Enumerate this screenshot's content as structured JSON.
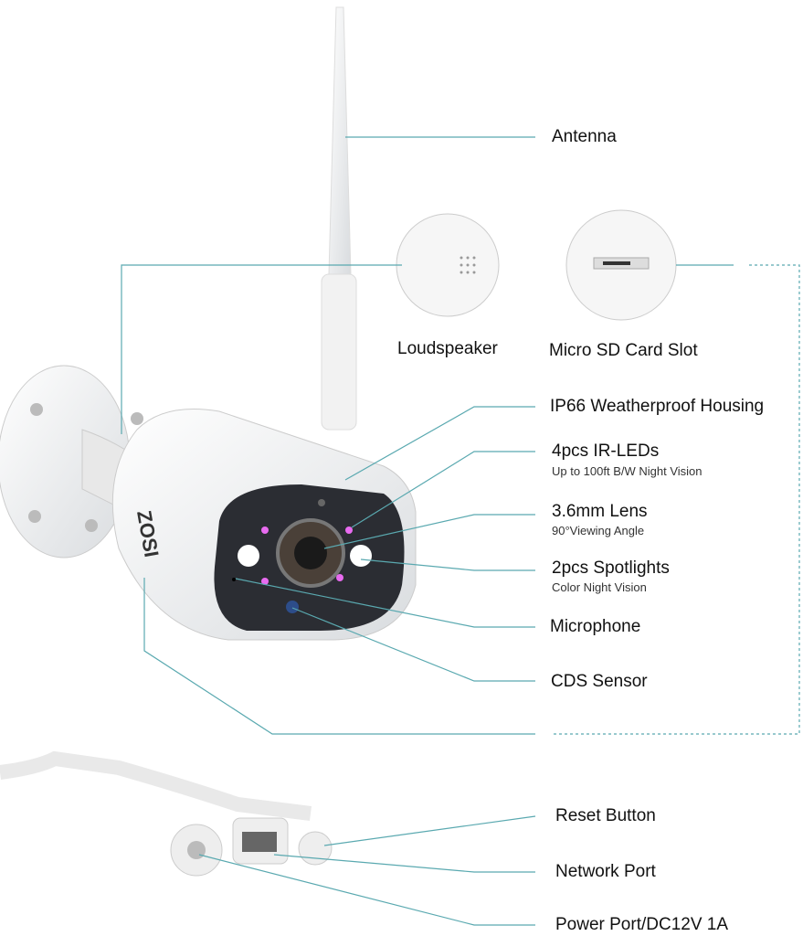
{
  "brand": "ZOSI",
  "line_color": "#5aa9b0",
  "labels": {
    "antenna": "Antenna",
    "loudspeaker": "Loudspeaker",
    "sd_slot": "Micro SD Card Slot",
    "housing": "IP66 Weatherproof Housing",
    "ir_leds": "4pcs IR-LEDs",
    "ir_leds_sub": "Up to 100ft B/W Night Vision",
    "lens": "3.6mm Lens",
    "lens_sub": "90°Viewing Angle",
    "spotlights": "2pcs Spotlights",
    "spotlights_sub": "Color Night Vision",
    "microphone": "Microphone",
    "cds": "CDS Sensor",
    "reset": "Reset Button",
    "network": "Network Port",
    "power": "Power Port/DC12V 1A"
  }
}
